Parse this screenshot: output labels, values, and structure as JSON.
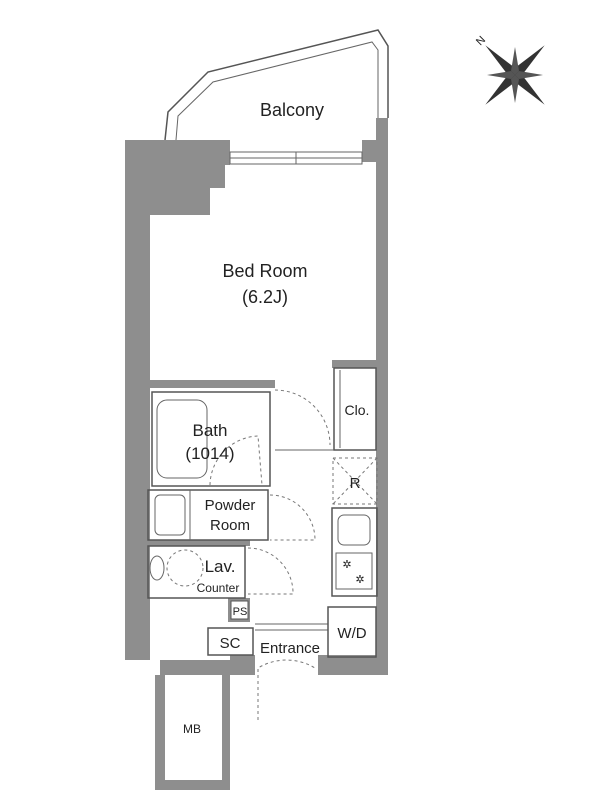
{
  "rooms": {
    "balcony": "Balcony",
    "bedroom": "Bed Room",
    "bedroom_size": "(6.2J)",
    "closet": "Clo.",
    "bath": "Bath",
    "bath_size": "(1014)",
    "refrigerator": "R",
    "powder_room_line1": "Powder",
    "powder_room_line2": "Room",
    "lav": "Lav.",
    "counter": "Counter",
    "pipe_space": "PS",
    "shoe_closet": "SC",
    "entrance": "Entrance",
    "washer_dryer": "W/D",
    "meter_box": "MB"
  },
  "compass": {
    "north_label": "N"
  },
  "colors": {
    "wall": "#8e8e8e"
  }
}
